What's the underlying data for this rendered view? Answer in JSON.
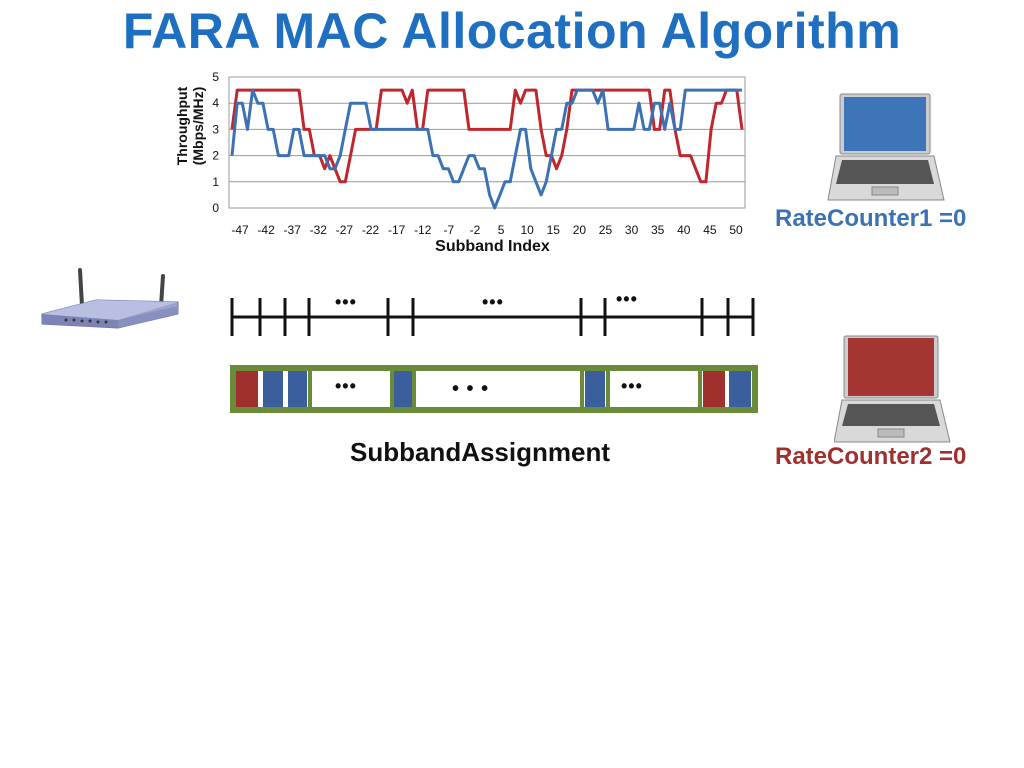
{
  "title": "FARA MAC Allocation Algorithm",
  "rate_counter_1": "RateCounter1 =0",
  "rate_counter_2": "RateCounter2 =0",
  "subband_assignment_label": "SubbandAssignment",
  "ellipsis": "•••",
  "ellipsis_wide": "•  •  •",
  "colors": {
    "user1": "#3c72b4",
    "user2": "#c0272d",
    "title": "#1f6fc0",
    "bar_border": "#6a8c3a",
    "bar_fill_user1": "#3a5f9c",
    "bar_fill_user2": "#a0302e"
  },
  "icons": [
    "wireless-router-icon",
    "laptop-blue-icon",
    "laptop-red-icon"
  ],
  "chart_data": {
    "type": "line",
    "title": "",
    "xlabel": "Subband Index",
    "ylabel": "Throughput (Mbps/MHz)",
    "ylim": [
      0,
      5
    ],
    "yticks": [
      0,
      1,
      2,
      3,
      4,
      5
    ],
    "xticks": [
      "-47",
      "-42",
      "-37",
      "-32",
      "-27",
      "-22",
      "-17",
      "-12",
      "-7",
      "-2",
      "5",
      "10",
      "15",
      "20",
      "25",
      "30",
      "35",
      "40",
      "45",
      "50"
    ],
    "grid": true,
    "series": [
      {
        "color": "#c0272d",
        "values": [
          3,
          4.5,
          4.5,
          4.5,
          4.5,
          4.5,
          4.5,
          4.5,
          4.5,
          4.5,
          4.5,
          4.5,
          4.5,
          4.5,
          3,
          3,
          2,
          2,
          1.5,
          2,
          1.5,
          1,
          1,
          2,
          3,
          3,
          3,
          3,
          3,
          4.5,
          4.5,
          4.5,
          4.5,
          4.5,
          4,
          4.5,
          3,
          3,
          4.5,
          4.5,
          4.5,
          4.5,
          4.5,
          4.5,
          4.5,
          4.5,
          3,
          3,
          3,
          3,
          3,
          3,
          3,
          3,
          3,
          4.5,
          4,
          4.5,
          4.5,
          4.5,
          3,
          2,
          2,
          1.5,
          2,
          3,
          4.5,
          4.5,
          4.5,
          4.5,
          4.5,
          4.5,
          4.5,
          4.5,
          4.5,
          4.5,
          4.5,
          4.5,
          4.5,
          4.5,
          4.5,
          4.5,
          3,
          3,
          4.5,
          4.5,
          3,
          2,
          2,
          2,
          1.5,
          1,
          1,
          3,
          4,
          4,
          4.5,
          4.5,
          4.5,
          3
        ]
      },
      {
        "color": "#3c72b4",
        "values": [
          2,
          4,
          4,
          3,
          4.5,
          4,
          4,
          3,
          3,
          2,
          2,
          2,
          3,
          3,
          2,
          2,
          2,
          2,
          2,
          1.5,
          1.5,
          2,
          3,
          4,
          4,
          4,
          4,
          3,
          3,
          3,
          3,
          3,
          3,
          3,
          3,
          3,
          3,
          3,
          3,
          2,
          2,
          1.5,
          1.5,
          1,
          1,
          1.5,
          2,
          2,
          1.5,
          1.5,
          0.5,
          0,
          0.5,
          1,
          1,
          2,
          3,
          3,
          1.5,
          1,
          0.5,
          1,
          2,
          3,
          3,
          4,
          4,
          4.5,
          4.5,
          4.5,
          4.5,
          4,
          4.5,
          3,
          3,
          3,
          3,
          3,
          3,
          4,
          3,
          3,
          4,
          4,
          3,
          4,
          3,
          3,
          4.5,
          4.5,
          4.5,
          4.5,
          4.5,
          4.5,
          4.5,
          4.5,
          4.5,
          4.5,
          4.5,
          4.5
        ]
      }
    ]
  }
}
